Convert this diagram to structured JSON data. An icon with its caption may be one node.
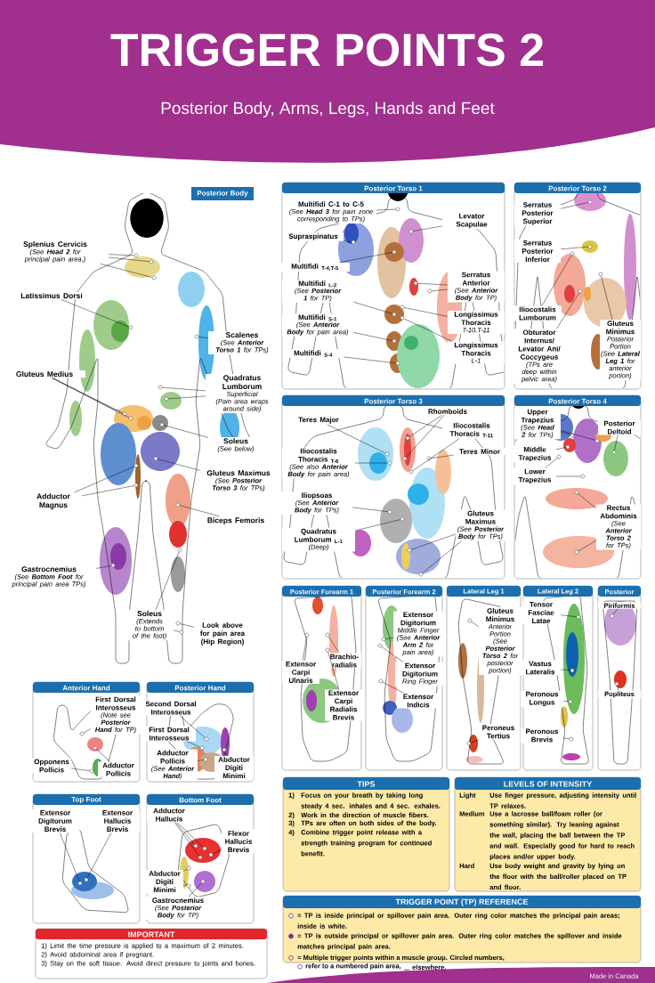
{
  "diagram": {
    "title": "TRIGGER POINTS 2",
    "nodes": [
      {
        "text": [
          "Posterior Body"
        ]
      },
      {
        "text": [
          "Splenius Cervicis",
          "(See **Head 2** for principal pain area.)"
        ]
      },
      {
        "text": [
          "Latissimus Dorsi"
        ]
      },
      {
        "text": [
          "Scalenes",
          "(See **Anterior Torso 1** for TPs)"
        ]
      },
      {
        "text": [
          "Gluteus Medius"
        ]
      },
      {
        "text": [
          "Quadratus Lumborum",
          "Superficial",
          "(Pain area wraps around side)"
        ]
      },
      {
        "text": [
          "Soleus",
          "(See below)"
        ]
      },
      {
        "text": [
          "Gluteus Maximus",
          "(See **Posterior Torso 3** for TPs)"
        ]
      },
      {
        "text": [
          "Adductor Magnus"
        ]
      },
      {
        "text": [
          "Biceps Femoris"
        ]
      },
      {
        "text": [
          "Gastrocnemius",
          "(See **Bottom Foot** for principal pain area TPs)"
        ]
      },
      {
        "text": [
          "Soleus",
          "(Extends to bottom of the foot)"
        ]
      },
      {
        "text": [
          "Look above for pain area (Hip Region)"
        ]
      },
      {
        "text": [
          "Posterior Torso 1"
        ]
      },
      {
        "text": [
          "Multifidi C-1 to C-5",
          "(See **Head 3** for pain zone corresponding to TPs)"
        ],
        "in": 13
      },
      {
        "text": [
          "Levator Scapulae"
        ],
        "in": 13
      },
      {
        "text": [
          "Supraspinatus"
        ],
        "in": 13
      },
      {
        "text": [
          "Multifidi $_{T-4,T-5}$"
        ],
        "in": 13
      },
      {
        "text": [
          "Serratus Anterior",
          "(See **Anterior Body** for TP)"
        ],
        "in": 13
      },
      {
        "text": [
          "Multifidi $_{L-2}$",
          "(See **Posterior 1** for TP)"
        ],
        "in": 13
      },
      {
        "text": [
          "Longissimus Thoracis",
          "T-10,T-11"
        ],
        "in": 13
      },
      {
        "text": [
          "Multifidi $_{S-1}$",
          "(See **Anterior Body** for pain area)"
        ],
        "in": 13
      },
      {
        "text": [
          "Longissimus Thoracis",
          "L-1"
        ],
        "in": 13
      },
      {
        "text": [
          "Multifidi $_{S-4}$"
        ],
        "in": 13
      },
      {
        "text": [
          "Posterior Torso 2"
        ]
      },
      {
        "text": [
          "Serratus Posterior Superior"
        ],
        "in": 24
      },
      {
        "text": [
          "Serratus Posterior Inferior"
        ],
        "in": 24
      },
      {
        "text": [
          "Iliocostalis Lumborum"
        ],
        "in": 24
      },
      {
        "text": [
          "Obturator Internus/ Levator Ani/ Coccygeus",
          "(TPs are deep within pelvic area)"
        ],
        "in": 24
      },
      {
        "text": [
          "Gluteus Minimus",
          "Posterior Portion",
          "(See **Lateral Leg 1** for anterior portion)"
        ],
        "in": 24
      },
      {
        "text": [
          "Posterior Torso 3"
        ]
      },
      {
        "text": [
          "Rhomboids"
        ],
        "in": 30
      },
      {
        "text": [
          "Teres Major"
        ],
        "in": 30
      },
      {
        "text": [
          "Iliocostalis Thoracis $_{T-11}$"
        ],
        "in": 30
      },
      {
        "text": [
          "Teres Minor"
        ],
        "in": 30
      },
      {
        "text": [
          "Iliocostalis Thoracis $_{T-6}$",
          "(See also **Anterior Body** for pain area)"
        ],
        "in": 30
      },
      {
        "text": [
          "Iliopsoas",
          "(See **Anterior Body** for TPs)"
        ],
        "in": 30
      },
      {
        "text": [
          "Gluteus Maximus",
          "(See **Posterior Body** for TPs)"
        ],
        "in": 30
      },
      {
        "text": [
          "Quadratus Lumborum $_{L-1}$",
          "(Deep)"
        ],
        "in": 30
      },
      {
        "text": [
          "Posterior Torso 4"
        ]
      },
      {
        "text": [
          "Upper Trapezius",
          "(See **Head 2** for TPs)"
        ],
        "in": 39
      },
      {
        "text": [
          "Posterior Deltoid"
        ],
        "in": 39
      },
      {
        "text": [
          "Middle Trapezius"
        ],
        "in": 39
      },
      {
        "text": [
          "Lower Trapezius"
        ],
        "in": 39
      },
      {
        "text": [
          "Rectus Abdominis",
          "(See **Anterior Torso 2** for TPs)"
        ],
        "in": 39
      },
      {
        "text": [
          "Posterior Forearm 1"
        ]
      },
      {
        "text": [
          "Brachio-radialis"
        ],
        "in": 45
      },
      {
        "text": [
          "Extensor Carpi Ulnaris"
        ],
        "in": 45
      },
      {
        "text": [
          "Extensor Carpi Radialis Brevis"
        ],
        "in": 45
      },
      {
        "text": [
          "Posterior Forearm 2"
        ]
      },
      {
        "text": [
          "Extensor Digitorium",
          "Middle Finger",
          "(See **Anterior Arm 2** for pain area)"
        ],
        "in": 49
      },
      {
        "text": [
          "Extensor Digitorium",
          "Ring Finger"
        ],
        "in": 49
      },
      {
        "text": [
          "Extensor Indicis"
        ],
        "in": 49
      },
      {
        "text": [
          "Lateral Leg 1"
        ]
      },
      {
        "text": [
          "Gluteus Minimus",
          "Anterior Portion",
          "(See **Posterior Torso 2** for posterior portion)"
        ],
        "in": 53
      },
      {
        "text": [
          "Peroneus Tertius"
        ],
        "in": 53
      },
      {
        "text": [
          "Lateral Leg 2"
        ]
      },
      {
        "text": [
          "Tensor Fasciae Latae"
        ],
        "in": 56
      },
      {
        "text": [
          "Vastus Lateralis"
        ],
        "in": 56
      },
      {
        "text": [
          "Peronous Longus"
        ],
        "in": 56
      },
      {
        "text": [
          "Peronous Brevis"
        ],
        "in": 56
      },
      {
        "text": [
          "Posterior"
        ]
      },
      {
        "text": [
          "Piriformis"
        ],
        "in": 61
      },
      {
        "text": [
          "Popliteus"
        ],
        "in": 61
      },
      {
        "text": [
          "Anterior Hand"
        ]
      },
      {
        "text": [
          "First Dorsal Interosseus",
          "(Note see **Posterior Hand** for TP)"
        ],
        "in": 64
      },
      {
        "text": [
          "Opponens Pollicis"
        ],
        "in": 64
      },
      {
        "text": [
          "Adductor Pollicis"
        ],
        "in": 64
      },
      {
        "text": [
          "Posterior Hand"
        ]
      },
      {
        "text": [
          "Second Dorsal Interosseus"
        ],
        "in": 68
      },
      {
        "text": [
          "First Dorsal Interosseus"
        ],
        "in": 68
      },
      {
        "text": [
          "Adductor Pollicis",
          "(See **Anterior Hand**)"
        ],
        "in": 68
      },
      {
        "text": [
          "Abductor Digiti Minimi"
        ],
        "in": 68
      },
      {
        "text": [
          "Top Foot"
        ]
      },
      {
        "text": [
          "Extensor Digitorum Brevis"
        ],
        "in": 73
      },
      {
        "text": [
          "Extensor Hallucis Brevis"
        ],
        "in": 73
      },
      {
        "text": [
          "Bottom Foot"
        ]
      },
      {
        "text": [
          "Adductor Hallucis"
        ],
        "in": 76
      },
      {
        "text": [
          "Flexor Hallucis Brevis"
        ],
        "in": 76
      },
      {
        "text": [
          "Abductor Digiti Minimi"
        ],
        "in": 76
      },
      {
        "text": [
          "Gastrocnemius",
          "(See **Posterior Body** for TP)"
        ],
        "in": 76
      },
      {
        "text": [
          "TIPS",
          "1)",
          "Focus on your breath by taking long steady 4 sec. inhales and 4 sec. exhales.",
          "2)",
          "Work in the direction of muscle fibers.",
          "3)",
          "TPs are often on both sides of the body.",
          "4)",
          "Combine trigger point release with a strength training program for continued benefit."
        ]
      },
      {
        "text": [
          "LEVELS OF INTENSITY",
          "Light",
          "Use finger pressure, adjusting intensity until TP relaxes.",
          "Medium",
          "Use a lacrosse ball/foam roller (or something similar). Try leaning against the wall, placing the ball between the TP and wall. Especially good for hard to reach places and/or upper body.",
          "Hard",
          "Use body weight and gravity by lying on the floor with the ball/roller placed on TP and floor."
        ]
      },
      {
        "text": [
          "TRIGGER POINT (TP) REFERENCE",
          "= TP is inside principal or spillover pain area. Outer ring color matches the principal pain areas; inside is white.",
          "= TP is outside principal or spillover pain area. Outer ring color matches the spillover and inside matches principal pain area.",
          "= Multiple trigger points within a muscle group. Circled numbers,",
          "refer to a numbered pain area,",
          "elsewhere."
        ]
      },
      {
        "text": [
          "IMPORTANT",
          "1) Limit the time pressure is applied to a maximum of 2 minutes.",
          "2) Avoid abdominal area if pregnant.",
          "3) Stay on the soft tissue. Avoid direct pressure to joints and bones."
        ]
      },
      {
        "text": [],
        "shape": "circle"
      },
      {
        "text": [],
        "shape": "circle"
      },
      {
        "text": [],
        "shape": "circle"
      },
      {
        "text": [],
        "shape": "circle"
      },
      {
        "text": [],
        "shape": "circle"
      },
      {
        "text": [],
        "shape": "circle"
      },
      {
        "text": [],
        "shape": "circle"
      },
      {
        "text": [],
        "shape": "circle"
      },
      {
        "text": [],
        "shape": "circle"
      },
      {
        "text": [],
        "shape": "circle"
      },
      {
        "text": [],
        "shape": "circle"
      },
      {
        "text": [],
        "shape": "circle"
      },
      {
        "text": [],
        "shape": "circle"
      },
      {
        "text": [],
        "shape": "circle"
      },
      {
        "text": [],
        "shape": "circle"
      },
      {
        "text": [],
        "shape": "circle"
      },
      {
        "text": [],
        "shape": "circle"
      },
      {
        "text": [],
        "shape": "circle"
      },
      {
        "text": [],
        "shape": "circle"
      },
      {
        "text": [],
        "shape": "circle",
        "in": 13
      },
      {
        "text": [],
        "shape": "circle",
        "in": 13
      },
      {
        "text": [],
        "shape": "circle",
        "in": 13
      },
      {
        "text": [],
        "shape": "circle",
        "in": 13
      },
      {
        "text": [],
        "shape": "circle",
        "in": 13
      },
      {
        "text": [],
        "shape": "circle",
        "in": 13
      },
      {
        "text": [],
        "shape": "circle",
        "in": 13
      },
      {
        "text": [],
        "shape": "circle",
        "in": 13
      },
      {
        "text": [],
        "shape": "circle",
        "in": 13
      },
      {
        "text": [],
        "shape": "circle",
        "in": 13
      },
      {
        "text": [],
        "shape": "circle",
        "in": 13
      },
      {
        "text": [],
        "shape": "circle",
        "in": 24
      },
      {
        "text": [],
        "shape": "circle",
        "in": 24
      },
      {
        "text": [],
        "shape": "circle",
        "in": 24
      },
      {
        "text": [],
        "shape": "circle",
        "in": 24
      },
      {
        "text": [],
        "shape": "circle",
        "in": 24
      },
      {
        "text": [],
        "shape": "circle",
        "in": 30
      },
      {
        "text": [],
        "shape": "circle",
        "in": 30
      },
      {
        "text": [],
        "shape": "circle",
        "in": 30
      },
      {
        "text": [],
        "shape": "circle",
        "in": 30
      },
      {
        "text": [],
        "shape": "circle",
        "in": 30
      },
      {
        "text": [],
        "shape": "circle",
        "in": 30
      },
      {
        "text": [],
        "shape": "circle",
        "in": 30
      },
      {
        "text": [],
        "shape": "circle",
        "in": 30
      },
      {
        "text": [],
        "shape": "circle",
        "in": 30
      },
      {
        "text": [],
        "shape": "circle",
        "in": 30
      },
      {
        "text": [],
        "shape": "circle",
        "in": 39
      },
      {
        "text": [],
        "shape": "circle",
        "in": 39
      },
      {
        "text": [],
        "shape": "circle",
        "in": 39
      },
      {
        "text": [],
        "shape": "circle",
        "in": 39
      },
      {
        "text": [],
        "shape": "circle",
        "in": 39
      },
      {
        "text": [],
        "shape": "circle",
        "in": 39
      },
      {
        "text": [],
        "shape": "circle",
        "in": 39
      },
      {
        "text": [],
        "shape": "circle",
        "in": 39
      },
      {
        "text": [],
        "shape": "circle",
        "in": 45
      },
      {
        "text": [],
        "shape": "circle",
        "in": 45
      },
      {
        "text": [],
        "shape": "circle",
        "in": 45
      },
      {
        "text": [],
        "shape": "circle",
        "in": 49
      },
      {
        "text": [],
        "shape": "circle",
        "in": 49
      },
      {
        "text": [],
        "shape": "circle",
        "in": 49
      },
      {
        "text": [],
        "shape": "circle",
        "in": 53
      },
      {
        "text": [],
        "shape": "circle",
        "in": 53
      },
      {
        "text": [],
        "shape": "circle",
        "in": 56
      },
      {
        "text": [],
        "shape": "circle",
        "in": 56
      },
      {
        "text": [],
        "shape": "circle",
        "in": 56
      },
      {
        "text": [],
        "shape": "circle",
        "in": 56
      },
      {
        "text": [],
        "shape": "circle",
        "in": 61
      },
      {
        "text": [],
        "shape": "circle",
        "in": 61
      },
      {
        "text": [],
        "shape": "circle",
        "in": 64
      },
      {
        "text": [],
        "shape": "circle",
        "in": 64
      },
      {
        "text": [],
        "shape": "circle",
        "in": 64
      },
      {
        "text": [],
        "shape": "circle",
        "in": 68
      },
      {
        "text": [],
        "shape": "circle",
        "in": 68
      },
      {
        "text": [],
        "shape": "circle",
        "in": 68
      },
      {
        "text": [],
        "shape": "circle",
        "in": 68
      },
      {
        "text": [],
        "shape": "circle",
        "in": 73
      },
      {
        "text": [],
        "shape": "circle",
        "in": 73
      },
      {
        "text": [],
        "shape": "circle",
        "in": 76
      },
      {
        "text": [],
        "shape": "circle",
        "in": 76
      },
      {
        "text": [],
        "shape": "circle",
        "in": 76
      },
      {
        "text": [],
        "shape": "circle",
        "in": 76
      },
      {
        "text": [],
        "shape": "circle",
        "in": 76
      },
      {
        "text": [],
        "shape": "circle",
        "in": 76
      },
      {
        "text": [],
        "shape": "circle",
        "in": 76
      }
    ],
    "edges": [
      {
        "from": 1,
        "to": 85,
        "arrow": "none"
      },
      {
        "from": 1,
        "to": 86,
        "arrow": "none"
      },
      {
        "from": 1,
        "to": 87,
        "arrow": "none"
      },
      {
        "from": 2,
        "to": 88,
        "arrow": "none"
      },
      {
        "from": 3,
        "to": 89,
        "arrow": "none"
      },
      {
        "from": 4,
        "to": 90,
        "arrow": "none"
      },
      {
        "from": 4,
        "to": 91,
        "arrow": "none"
      },
      {
        "from": 4,
        "to": 92,
        "arrow": "none"
      },
      {
        "from": 5,
        "to": 93,
        "arrow": "none"
      },
      {
        "from": 5,
        "to": 94,
        "arrow": "none"
      },
      {
        "from": 6,
        "to": 95,
        "arrow": "none"
      },
      {
        "from": 7,
        "to": 96,
        "arrow": "none"
      },
      {
        "from": 8,
        "to": 97,
        "arrow": "none"
      },
      {
        "from": 8,
        "to": 98,
        "arrow": "none"
      },
      {
        "from": 9,
        "to": 99,
        "arrow": "none"
      },
      {
        "from": 10,
        "to": 100,
        "arrow": "none"
      },
      {
        "from": 11,
        "to": 101,
        "arrow": "none"
      },
      {
        "from": 11,
        "to": 102,
        "arrow": "none"
      },
      {
        "from": 12,
        "to": 103,
        "arrow": "none"
      },
      {
        "from": 14,
        "to": 104,
        "arrow": "none"
      },
      {
        "from": 15,
        "to": 105,
        "arrow": "none"
      },
      {
        "from": 16,
        "to": 106,
        "arrow": "none"
      },
      {
        "from": 17,
        "to": 107,
        "arrow": "none"
      },
      {
        "from": 18,
        "to": 108,
        "arrow": "none"
      },
      {
        "from": 18,
        "to": 109,
        "arrow": "none"
      },
      {
        "from": 19,
        "to": 110,
        "arrow": "none"
      },
      {
        "from": 20,
        "to": 111,
        "arrow": "none"
      },
      {
        "from": 21,
        "to": 112,
        "arrow": "none"
      },
      {
        "from": 22,
        "to": 113,
        "arrow": "none"
      },
      {
        "from": 23,
        "to": 114,
        "arrow": "none"
      },
      {
        "from": 25,
        "to": 115,
        "arrow": "none"
      },
      {
        "from": 26,
        "to": 116,
        "arrow": "none"
      },
      {
        "from": 27,
        "to": 117,
        "arrow": "none"
      },
      {
        "from": 28,
        "to": 118,
        "arrow": "none"
      },
      {
        "from": 29,
        "to": 119,
        "arrow": "none"
      },
      {
        "from": 31,
        "to": 120,
        "arrow": "none"
      },
      {
        "from": 31,
        "to": 121,
        "arrow": "none"
      },
      {
        "from": 32,
        "to": 122,
        "arrow": "none"
      },
      {
        "from": 33,
        "to": 123,
        "arrow": "none"
      },
      {
        "from": 34,
        "to": 124,
        "arrow": "none"
      },
      {
        "from": 35,
        "to": 125,
        "arrow": "none"
      },
      {
        "from": 36,
        "to": 126,
        "arrow": "none"
      },
      {
        "from": 37,
        "to": 127,
        "arrow": "none"
      },
      {
        "from": 37,
        "to": 128,
        "arrow": "none"
      },
      {
        "from": 38,
        "to": 129,
        "arrow": "none"
      },
      {
        "from": 40,
        "to": 130,
        "arrow": "none"
      },
      {
        "from": 40,
        "to": 131,
        "arrow": "none"
      },
      {
        "from": 41,
        "to": 132,
        "arrow": "none"
      },
      {
        "from": 42,
        "to": 133,
        "arrow": "none"
      },
      {
        "from": 43,
        "to": 134,
        "arrow": "none"
      },
      {
        "from": 43,
        "to": 135,
        "arrow": "none"
      },
      {
        "from": 44,
        "to": 136,
        "arrow": "none"
      },
      {
        "from": 44,
        "to": 137,
        "arrow": "none"
      },
      {
        "from": 46,
        "to": 138,
        "arrow": "none"
      },
      {
        "from": 47,
        "to": 139,
        "arrow": "none"
      },
      {
        "from": 48,
        "to": 140,
        "arrow": "none"
      },
      {
        "from": 50,
        "to": 141,
        "arrow": "none"
      },
      {
        "from": 51,
        "to": 142,
        "arrow": "none"
      },
      {
        "from": 52,
        "to": 143,
        "arrow": "none"
      },
      {
        "from": 54,
        "to": 144,
        "arrow": "none"
      },
      {
        "from": 55,
        "to": 145,
        "arrow": "none"
      },
      {
        "from": 57,
        "to": 146,
        "arrow": "none"
      },
      {
        "from": 58,
        "to": 147,
        "arrow": "none"
      },
      {
        "from": 59,
        "to": 148,
        "arrow": "none"
      },
      {
        "from": 60,
        "to": 149,
        "arrow": "none"
      },
      {
        "from": 62,
        "to": 150,
        "arrow": "none"
      },
      {
        "from": 63,
        "to": 151,
        "arrow": "none"
      },
      {
        "from": 65,
        "to": 152,
        "arrow": "none"
      },
      {
        "from": 66,
        "to": 153,
        "arrow": "none"
      },
      {
        "from": 67,
        "to": 154,
        "arrow": "none"
      },
      {
        "from": 69,
        "to": 155,
        "arrow": "none"
      },
      {
        "from": 70,
        "to": 156,
        "arrow": "none"
      },
      {
        "from": 71,
        "to": 157,
        "arrow": "none"
      },
      {
        "from": 72,
        "to": 158,
        "arrow": "none"
      },
      {
        "from": 74,
        "to": 159,
        "arrow": "none"
      },
      {
        "from": 75,
        "to": 160,
        "arrow": "none"
      },
      {
        "from": 77,
        "to": 161,
        "arrow": "none"
      },
      {
        "from": 77,
        "to": 162,
        "arrow": "none"
      },
      {
        "from": 77,
        "to": 163,
        "arrow": "none"
      },
      {
        "from": 78,
        "to": 164,
        "arrow": "none"
      },
      {
        "from": 79,
        "to": 165,
        "arrow": "none"
      },
      {
        "from": 79,
        "to": 166,
        "arrow": "none"
      },
      {
        "from": 80,
        "to": 167,
        "arrow": "none"
      }
    ],
    "labels": [
      "Posterior Body, Arms, Legs, Hands and Feet",
      "Made in Canada"
    ]
  }
}
